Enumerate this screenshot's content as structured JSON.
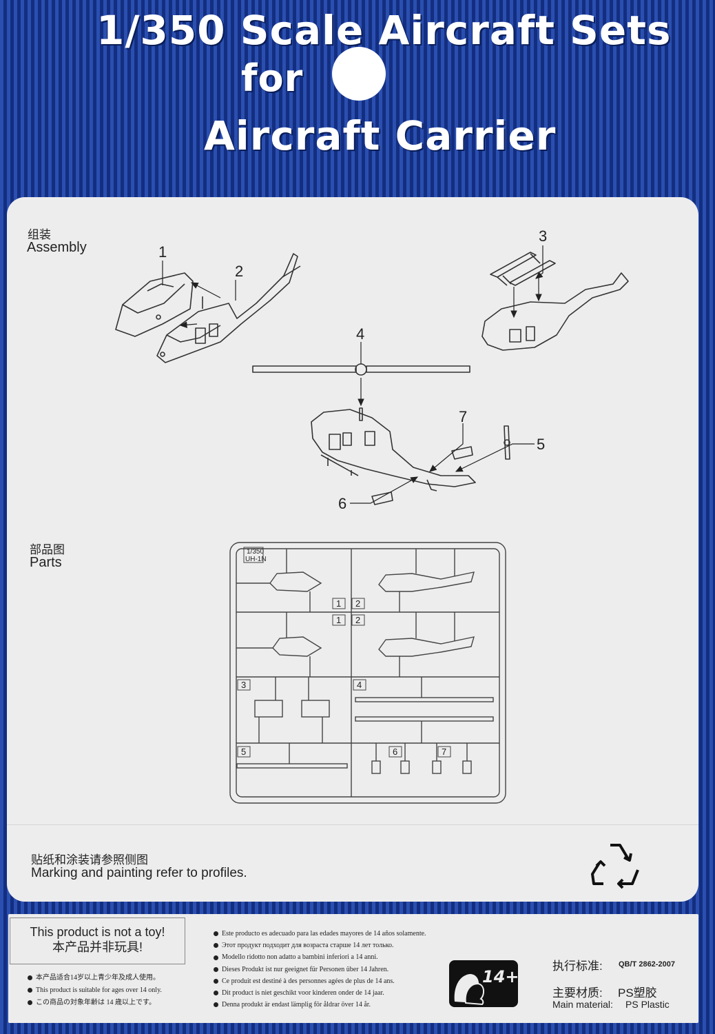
{
  "header": {
    "line1": "1/350 Scale Aircraft Sets",
    "line2": "for",
    "line3": "Aircraft Carrier"
  },
  "assembly": {
    "label_zh": "组装",
    "label_en": "Assembly",
    "part_numbers": [
      "1",
      "2",
      "3",
      "4",
      "5",
      "6",
      "7"
    ]
  },
  "parts": {
    "label_zh": "部品图",
    "label_en": "Parts",
    "sprue_tag": [
      "1/350",
      "UH-1N"
    ],
    "sprue_numbers": [
      "1",
      "2",
      "1",
      "2",
      "3",
      "4",
      "5",
      "6",
      "7"
    ]
  },
  "decals": {
    "label_zh": "贴纸和涂装请参照侧图",
    "label_en": "Marking and painting refer to profiles."
  },
  "recycle_icon": "recycle-icon",
  "warning": {
    "en": "This product is not a toy!",
    "zh": "本产品并非玩具!",
    "age_lines": [
      "本产品适合14岁以上青少年及成人使用。",
      "This product is suitable for ages over 14 only.",
      "この商品の対象年齢は 14 歳以上です。"
    ],
    "multilang": [
      "Este producto es adecuado para las edades mayores de 14 años solamente.",
      "Этот продукт подходит для возраста старше 14 лет только.",
      "Modello ridotto non adatto a bambini inferiori a 14 anni.",
      "Dieses Produkt  ist nur geeignet für Personen über 14 Jahren.",
      "Ce produit est destiné à des personnes agées de plus de 14 ans.",
      "Dit product is niet geschikt voor kinderen onder de 14 jaar.",
      "Denna produkt är endast lämplig för åldrar över 14 år."
    ],
    "age_badge": "14+"
  },
  "standard": {
    "label": "执行标准:",
    "value": "QB/T 2862-2007",
    "material_zh_label": "主要材质:",
    "material_zh_value": "PS塑胶",
    "material_en_label": "Main material:",
    "material_en_value": "PS Plastic"
  },
  "colors": {
    "background": "#1d3f9a",
    "panel": "#ededed",
    "line_art": "#333333"
  }
}
